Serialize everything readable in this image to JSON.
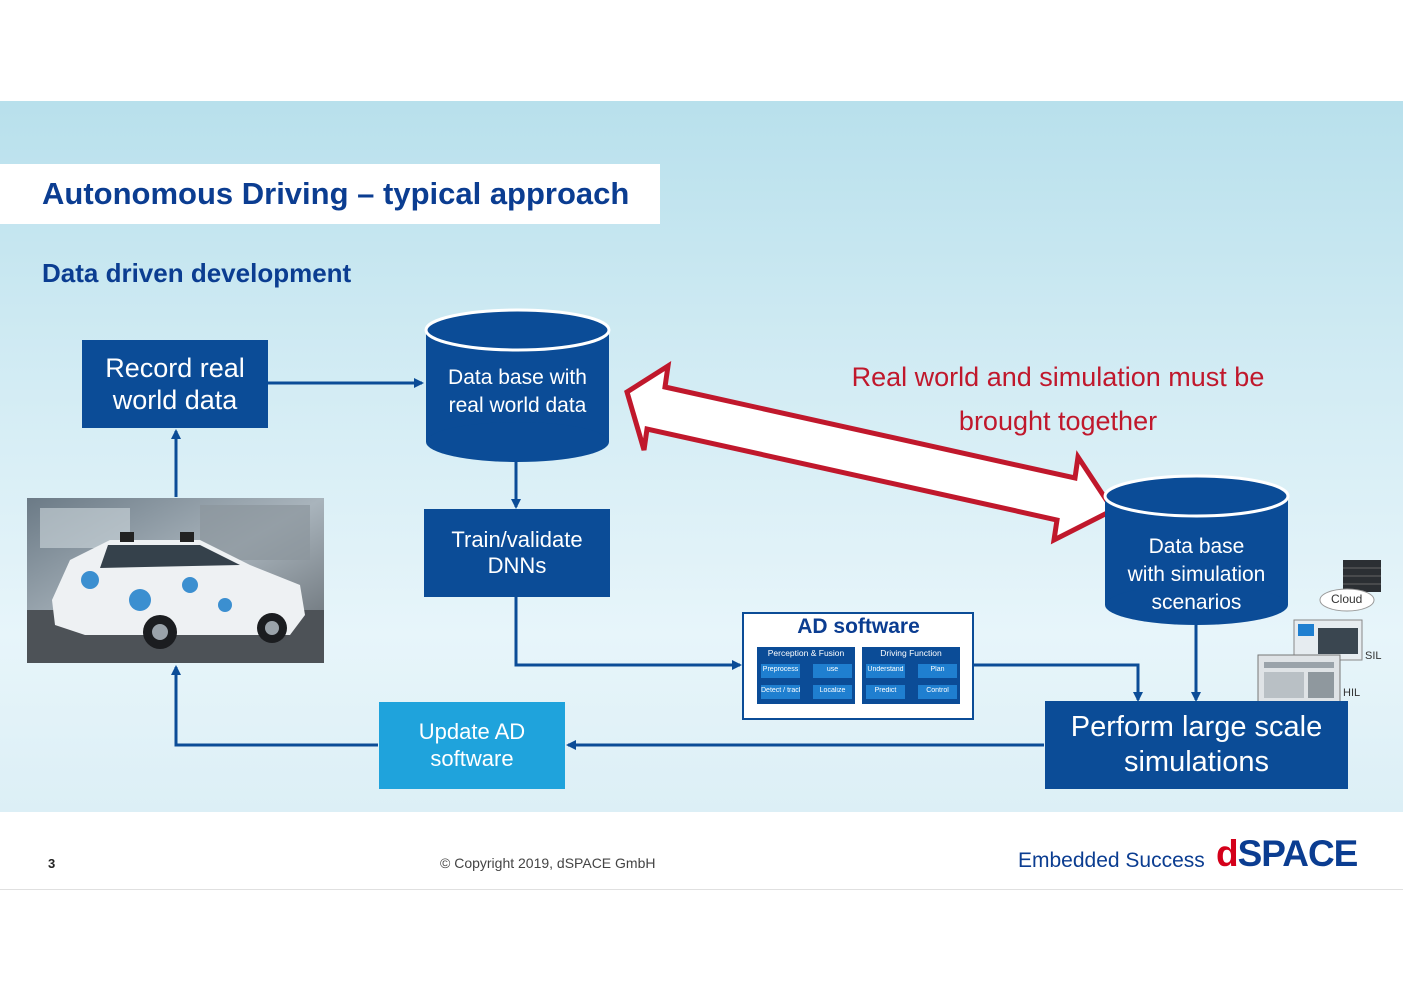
{
  "slide": {
    "title": "Autonomous Driving – typical approach",
    "subtitle": "Data driven development"
  },
  "nodes": {
    "record": "Record real\nworld data",
    "db_real": "Data base with\nreal world data",
    "train": "Train/validate\nDNNs",
    "db_sim": "Data base\nwith simulation\nscenarios",
    "perform": "Perform large scale\nsimulations",
    "update": "Update AD\nsoftware"
  },
  "message": "Real world and simulation must be\nbrought together",
  "ad_software": {
    "title": "AD software",
    "groups": [
      {
        "label": "Perception & Fusion",
        "items": [
          "Preprocess",
          "use",
          "Detect / track",
          "Localize"
        ]
      },
      {
        "label": "Driving Function",
        "items": [
          "Understand",
          "Plan",
          "Predict",
          "Control"
        ]
      }
    ]
  },
  "hardware_labels": {
    "cloud": "Cloud",
    "sil": "SIL",
    "hil": "HIL"
  },
  "footer": {
    "page_number": "3",
    "copyright": "© Copyright 2019, dSPACE GmbH",
    "tagline": "Embedded Success",
    "logo_d": "d",
    "logo_rest": "SPACE"
  },
  "colors": {
    "dark_blue": "#0b4c97",
    "light_blue": "#1fa3dc",
    "title_blue": "#0b3d91",
    "accent_red": "#c0182c"
  }
}
